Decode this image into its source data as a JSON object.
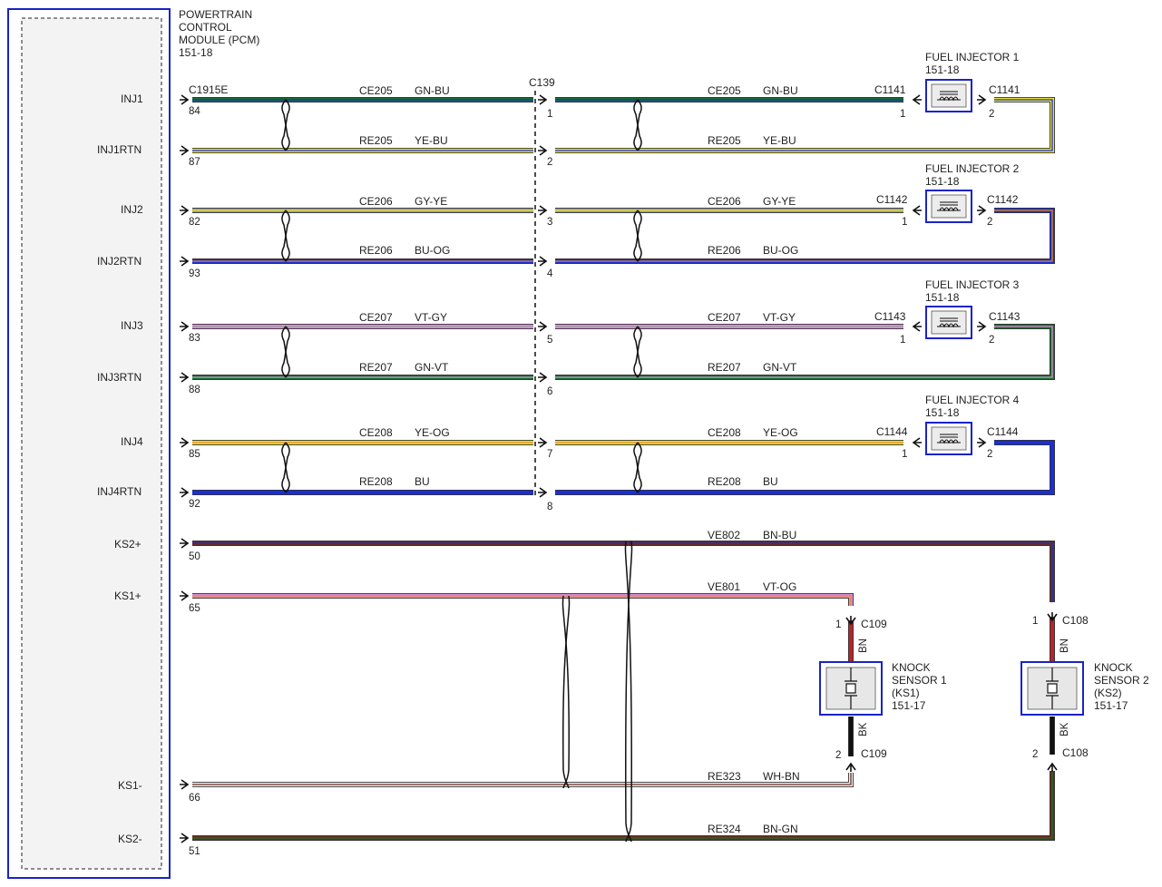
{
  "colors": {
    "GN": "#166f2b",
    "BU": "#1a2fd6",
    "YE": "#e9e23b",
    "GY": "#9a9a9a",
    "OG": "#e98a1f",
    "VT": "#dc8ee0",
    "BN": "#6b2b1c",
    "WH": "#f1f1f1",
    "BK": "#111111",
    "RD": "#b3262a",
    "pcm_border": "#1a23c8"
  },
  "pcm": {
    "title_lines": [
      "POWERTRAIN",
      "CONTROL",
      "MODULE (PCM)",
      "151-18"
    ],
    "connector": "C1915E"
  },
  "inline_connector": {
    "label": "C139"
  },
  "circuits": [
    {
      "pin_name": "INJ1",
      "pcm_pin": "84",
      "inline_pin": "1",
      "circuit": "CE205",
      "color_code": "GN-BU",
      "base": "GN",
      "stripe": "BU"
    },
    {
      "pin_name": "INJ1RTN",
      "pcm_pin": "87",
      "inline_pin": "2",
      "circuit": "RE205",
      "color_code": "YE-BU",
      "base": "YE",
      "stripe": "BU"
    },
    {
      "pin_name": "INJ2",
      "pcm_pin": "82",
      "inline_pin": "3",
      "circuit": "CE206",
      "color_code": "GY-YE",
      "base": "GY",
      "stripe": "YE"
    },
    {
      "pin_name": "INJ2RTN",
      "pcm_pin": "93",
      "inline_pin": "4",
      "circuit": "RE206",
      "color_code": "BU-OG",
      "base": "BU",
      "stripe": "OG"
    },
    {
      "pin_name": "INJ3",
      "pcm_pin": "83",
      "inline_pin": "5",
      "circuit": "CE207",
      "color_code": "VT-GY",
      "base": "VT",
      "stripe": "GY"
    },
    {
      "pin_name": "INJ3RTN",
      "pcm_pin": "88",
      "inline_pin": "6",
      "circuit": "RE207",
      "color_code": "GN-VT",
      "base": "GN",
      "stripe": "VT"
    },
    {
      "pin_name": "INJ4",
      "pcm_pin": "85",
      "inline_pin": "7",
      "circuit": "CE208",
      "color_code": "YE-OG",
      "base": "YE",
      "stripe": "OG"
    },
    {
      "pin_name": "INJ4RTN",
      "pcm_pin": "92",
      "inline_pin": "8",
      "circuit": "RE208",
      "color_code": "BU",
      "base": "BU",
      "stripe": null
    },
    {
      "pin_name": "KS2+",
      "pcm_pin": "50",
      "circuit": "VE802",
      "color_code": "BN-BU",
      "base": "BN",
      "stripe": "BU"
    },
    {
      "pin_name": "KS1+",
      "pcm_pin": "65",
      "circuit": "VE801",
      "color_code": "VT-OG",
      "base": "VT",
      "stripe": "OG"
    },
    {
      "pin_name": "KS1-",
      "pcm_pin": "66",
      "circuit": "RE323",
      "color_code": "WH-BN",
      "base": "WH",
      "stripe": "BN"
    },
    {
      "pin_name": "KS2-",
      "pcm_pin": "51",
      "circuit": "RE324",
      "color_code": "BN-GN",
      "base": "BN",
      "stripe": "GN"
    }
  ],
  "injectors": [
    {
      "title": "FUEL INJECTOR 1",
      "ref": "151-18",
      "connector": "C1141",
      "pin1": "1",
      "pin2": "2"
    },
    {
      "title": "FUEL INJECTOR 2",
      "ref": "151-18",
      "connector": "C1142",
      "pin1": "1",
      "pin2": "2"
    },
    {
      "title": "FUEL INJECTOR 3",
      "ref": "151-18",
      "connector": "C1143",
      "pin1": "1",
      "pin2": "2"
    },
    {
      "title": "FUEL INJECTOR 4",
      "ref": "151-18",
      "connector": "C1144",
      "pin1": "1",
      "pin2": "2"
    }
  ],
  "knock_sensors": [
    {
      "lines": [
        "KNOCK",
        "SENSOR 1",
        "(KS1)",
        "151-17"
      ],
      "connector": "C109",
      "pin1": "1",
      "pin2": "2",
      "wire_top": "BN",
      "wire_bottom": "BK"
    },
    {
      "lines": [
        "KNOCK",
        "SENSOR 2",
        "(KS2)",
        "151-17"
      ],
      "connector": "C108",
      "pin1": "1",
      "pin2": "2",
      "wire_top": "BN",
      "wire_bottom": "BK"
    }
  ]
}
